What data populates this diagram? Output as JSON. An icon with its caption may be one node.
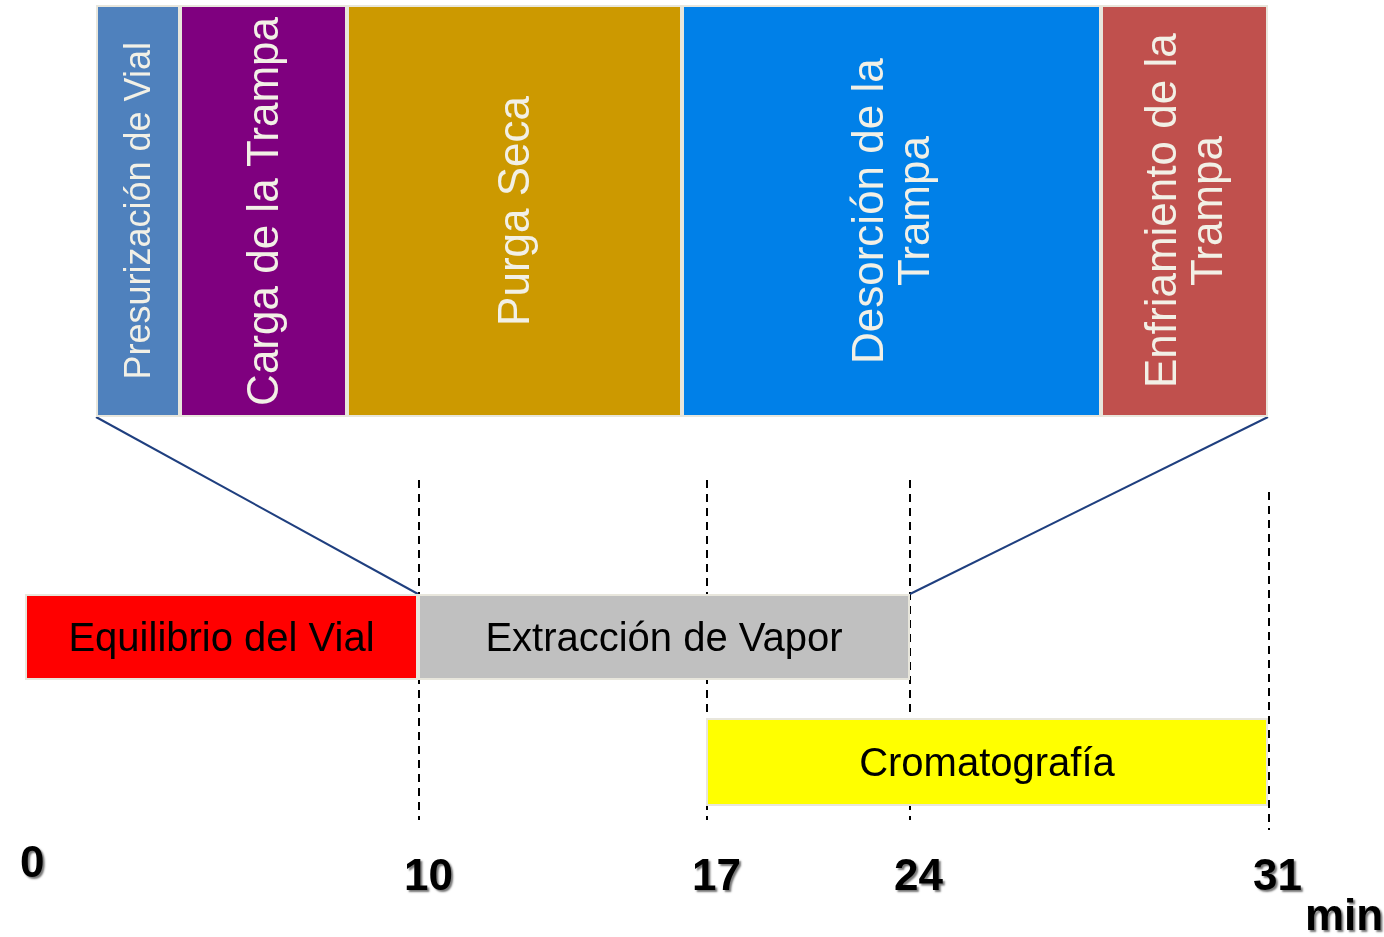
{
  "diagram": {
    "nodes": [
      {
        "text": [
          "Presurización de Vial"
        ]
      },
      {
        "text": [
          "Carga de la Trampa"
        ]
      },
      {
        "text": [
          "Purga Seca"
        ]
      },
      {
        "text": [
          "Desorción de la Trampa"
        ]
      },
      {
        "text": [
          "Enfriamiento de la Trampa"
        ]
      },
      {
        "text": [
          "Equilibrio del Vial"
        ]
      },
      {
        "text": [
          "Extracción de Vapor"
        ]
      },
      {
        "text": [
          "Cromatografía"
        ]
      }
    ],
    "edges": [
      {
        "from": 0,
        "to": 6,
        "arrow": "none"
      },
      {
        "from": 4,
        "to": 6,
        "arrow": "none"
      }
    ],
    "labels": [
      "0",
      "10",
      "17",
      "24",
      "31",
      "min"
    ]
  }
}
